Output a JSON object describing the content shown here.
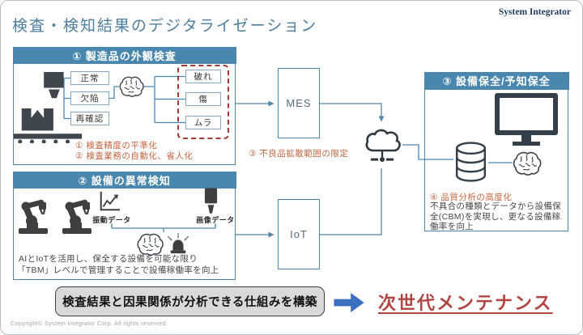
{
  "page": {
    "title": "検査・検知結果のデジタライゼーション",
    "logo": "System Integrator",
    "copyright": "Copyright© System Integrator Corp. All rights reserved."
  },
  "box1": {
    "header": "① 製造品の外観検査",
    "judgments": [
      "正常",
      "欠陥",
      "再確認"
    ],
    "defects": [
      "破れ",
      "傷",
      "ムラ"
    ],
    "notes": [
      "① 検査精度の平準化",
      "② 検査業務の自動化、省人化"
    ]
  },
  "box2": {
    "header": "② 設備の異常検知",
    "vibration_label": "振動データ",
    "image_label": "画像データ",
    "description_line1": "AIとIoTを活用し、保全する設備を可能な限り",
    "description_line2": "「TBM」レベルで管理することで設備稼働率を向上"
  },
  "middle": {
    "mes_label": "MES",
    "iot_label": "IoT",
    "note": "③ 不良品拡散範囲の限定"
  },
  "box3": {
    "header": "③ 設備保全/予知保全",
    "note": "④ 品質分析の高度化",
    "description": "不具合の種類とデータから設備保全(CBM)を実現し、更なる設備稼働率を向上"
  },
  "bottom": {
    "statement": "検査結果と因果関係が分析できる仕組みを構築",
    "conclusion": "次世代メンテナンス"
  },
  "icons": [
    "inspection-camera-conveyor-icon",
    "brain-icon",
    "robot-arm-icon",
    "line-chart-icon",
    "camera-icon",
    "siren-icon",
    "cloud-network-icon",
    "monitor-icon",
    "database-icon",
    "right-arrow-icon"
  ],
  "colors": {
    "header_blue": "#4a87ae",
    "line_blue": "#4e87ad",
    "title_blue": "#4e7e9c",
    "note_orange": "#c4643e",
    "alert_red": "#a83838",
    "conclusion_red": "#b04543",
    "arrow_blue": "#3b6fbf",
    "icon_dark": "#3f3f3f",
    "logo_navy": "#1e3a5f"
  }
}
